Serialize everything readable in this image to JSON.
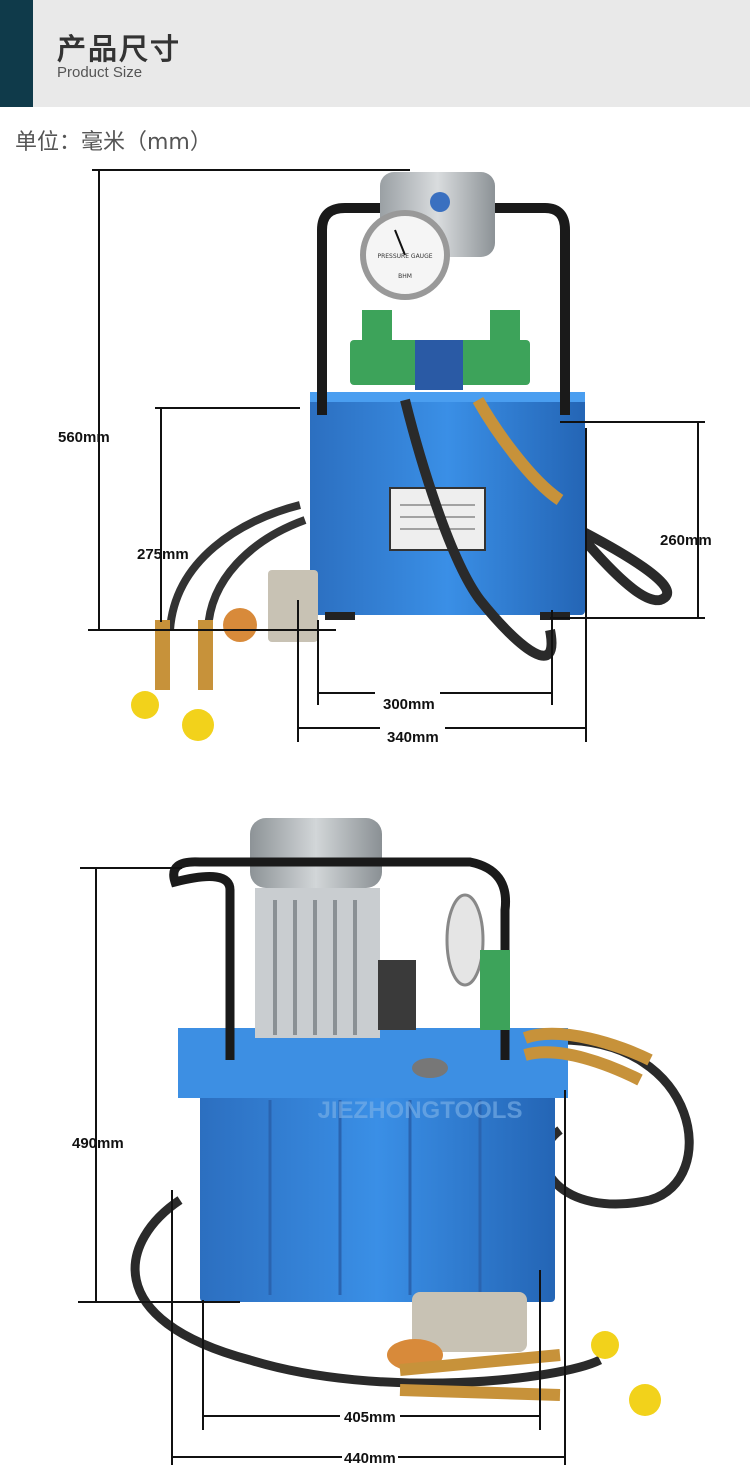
{
  "header": {
    "title": "产品尺寸",
    "subtitle": "Product Size"
  },
  "unit_label": "单位：毫米（mm）",
  "front_view": {
    "height_total": "560mm",
    "height_tank": "275mm",
    "height_side": "260mm",
    "width_inner": "300mm",
    "width_outer": "340mm",
    "gauge_text": "PRESSURE GAUGE",
    "gauge_brand": "BHM"
  },
  "side_view": {
    "height_total": "490mm",
    "width_inner": "405mm",
    "width_outer": "440mm",
    "watermark": "JIEZHONGTOOLS"
  },
  "colors": {
    "header_bar": "#0f3a4a",
    "tank_blue": "#2f7fd4",
    "valve_green": "#3da35a",
    "hose_yellow": "#f2d21b"
  }
}
